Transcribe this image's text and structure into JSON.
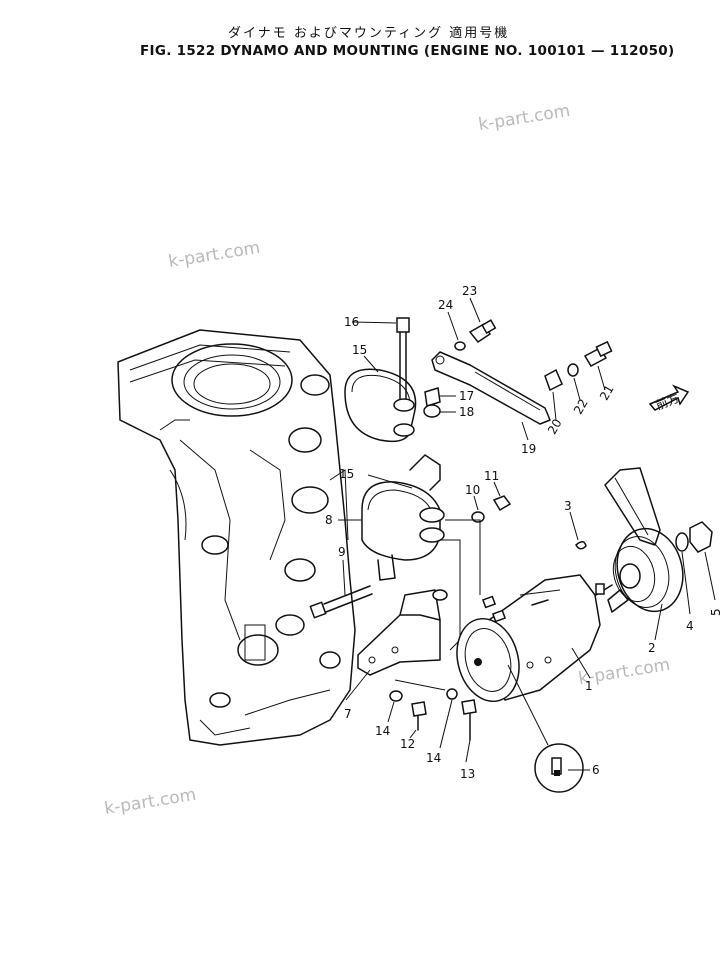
{
  "header": {
    "jp_title": "ダイナモ およびマウンティング 適用号機",
    "title": "FIG. 1522  DYNAMO AND MOUNTING (ENGINE NO. 100101 — 112050)"
  },
  "watermarks": [
    "k-part.com",
    "k-part.com",
    "k-part.com",
    "k-part.com"
  ],
  "arrow_label": "前方",
  "parts": {
    "p1": "1",
    "p2": "2",
    "p3": "3",
    "p4": "4",
    "p5": "5",
    "p6": "6",
    "p7": "7",
    "p8": "8",
    "p9": "9",
    "p10": "10",
    "p11": "11",
    "p12": "12",
    "p13": "13",
    "p14a": "14",
    "p14b": "14",
    "p15a": "15",
    "p15b": "15",
    "p16": "16",
    "p17": "17",
    "p18": "18",
    "p19": "19",
    "p20": "20",
    "p21": "21",
    "p22": "22",
    "p23": "23",
    "p24": "24"
  }
}
